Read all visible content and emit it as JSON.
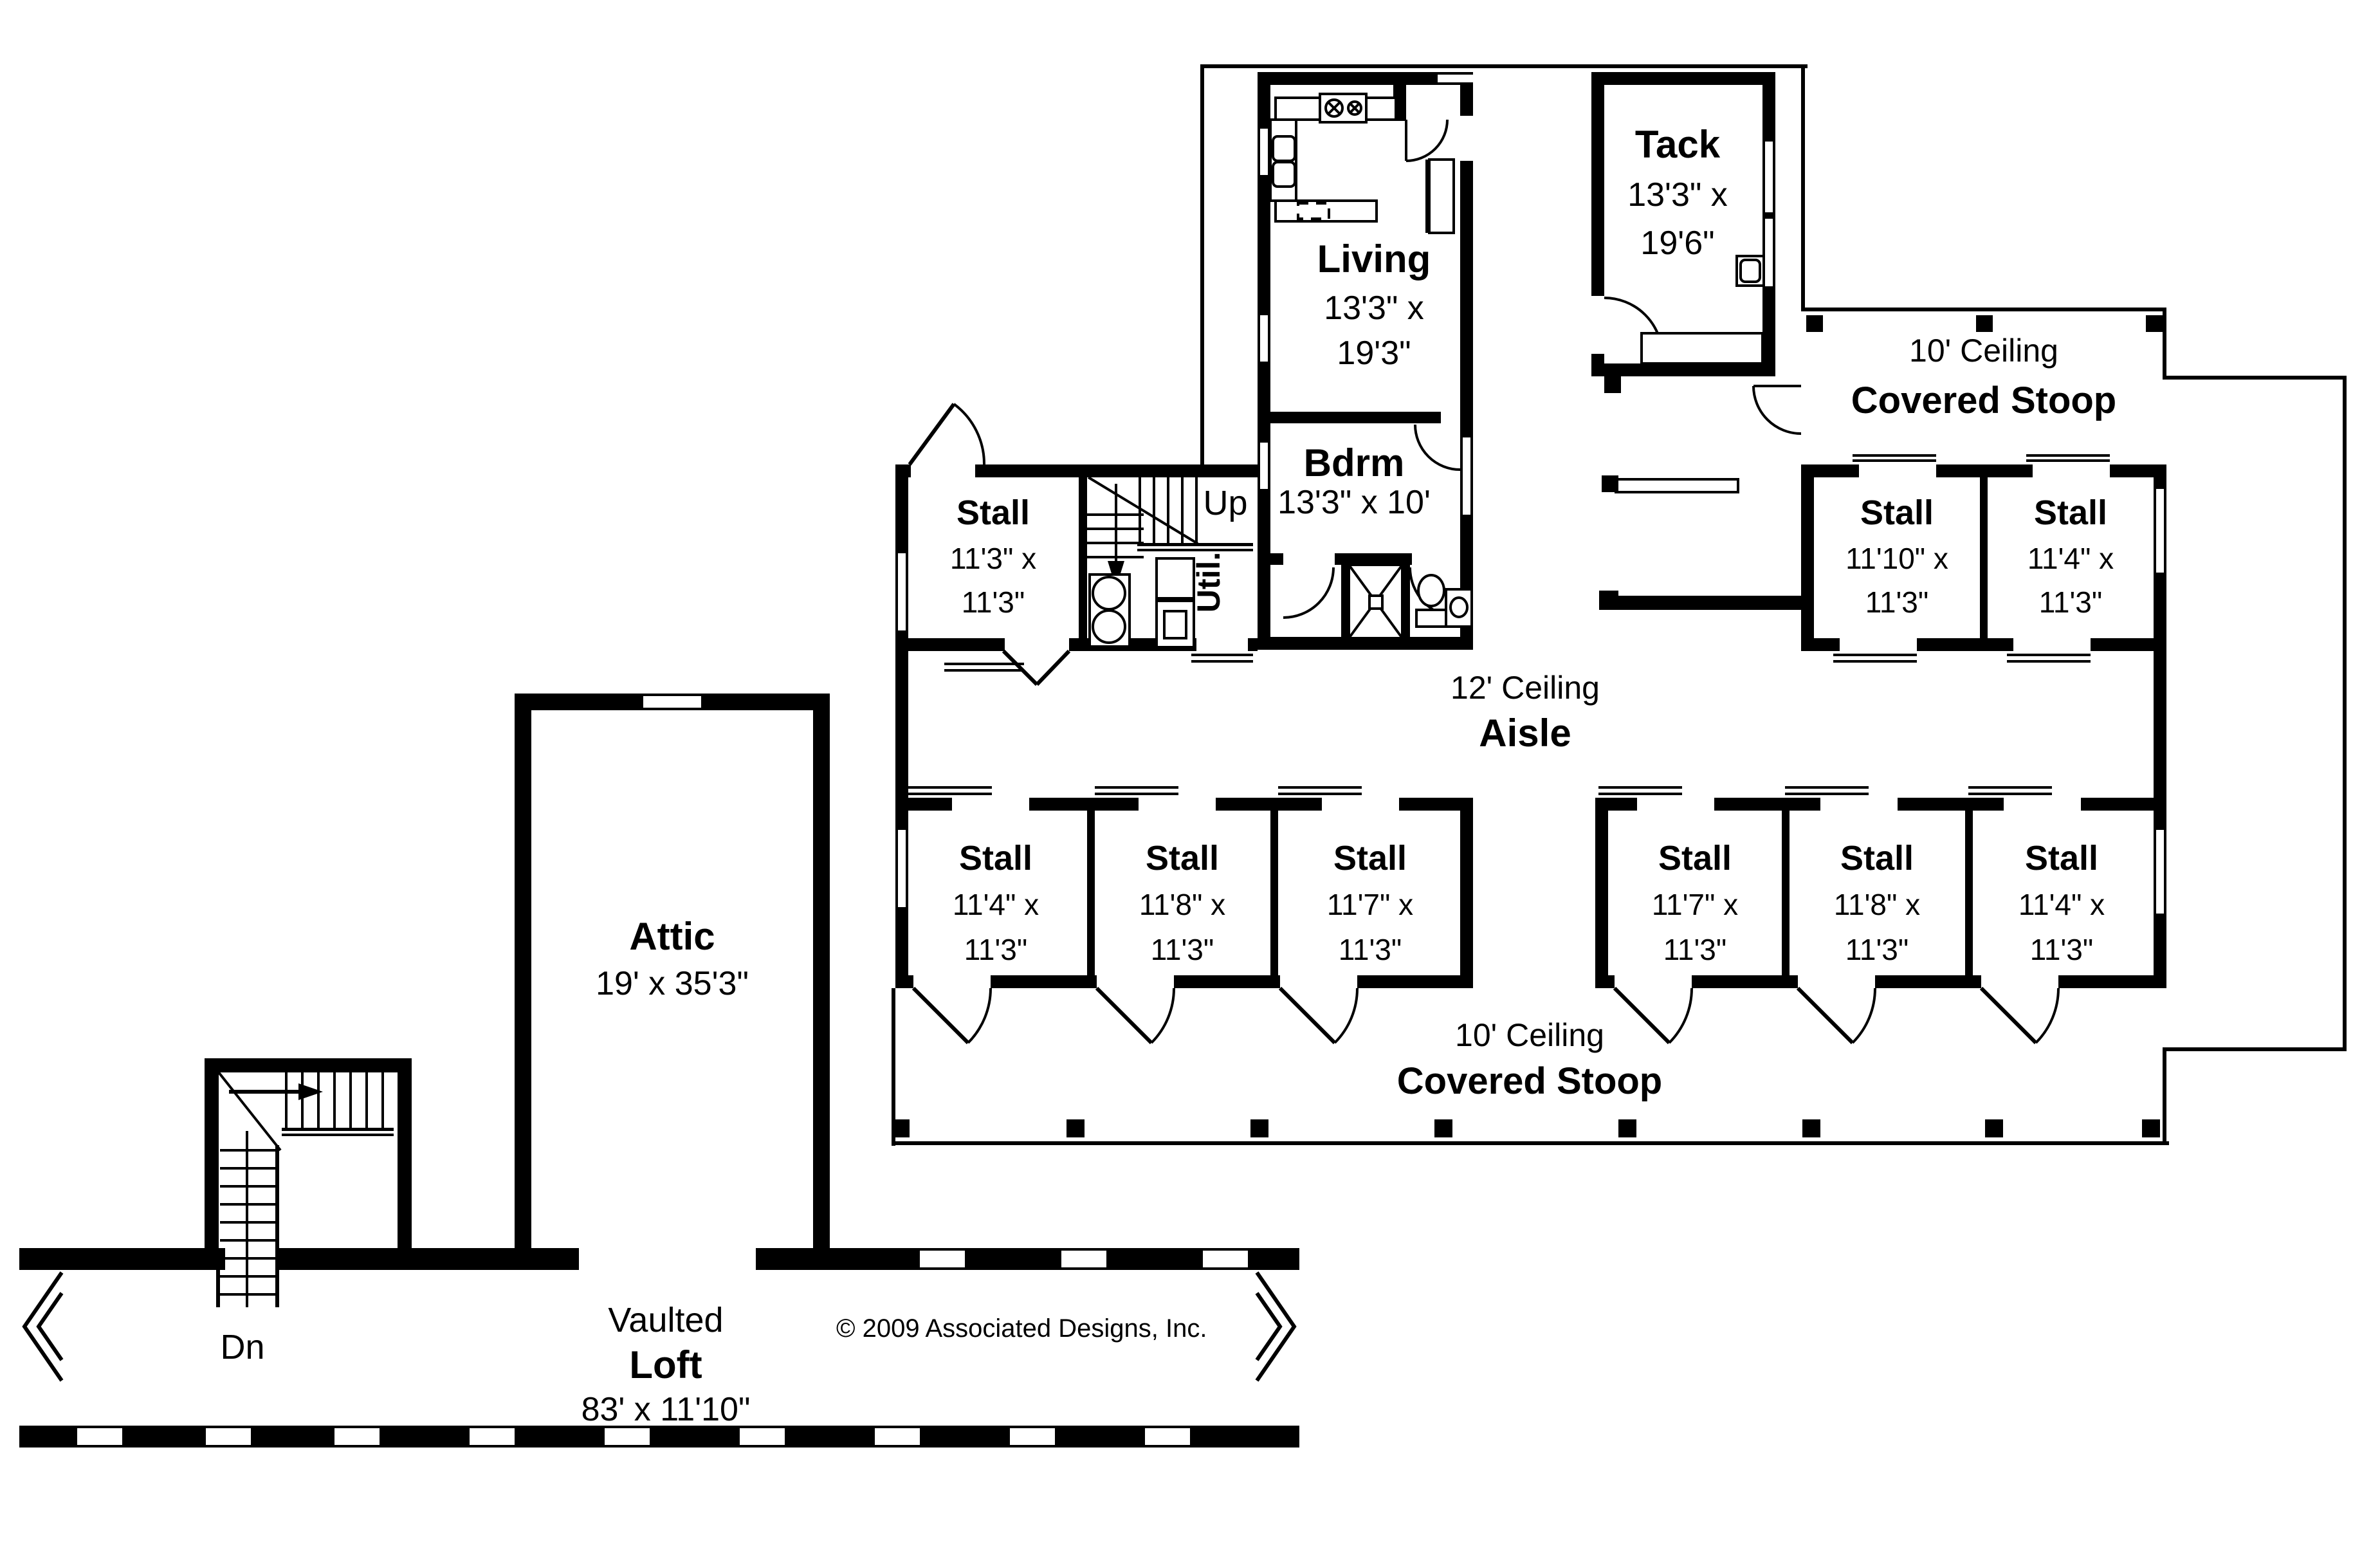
{
  "copyright": "© 2009 Associated Designs, Inc.",
  "labels": {
    "up": "Up",
    "dn": "Dn",
    "util": "Util.",
    "ceiling12": "12' Ceiling",
    "aisle": "Aisle",
    "ceiling10": "10' Ceiling",
    "covered_stoop": "Covered Stoop"
  },
  "rooms": {
    "tack": {
      "name": "Tack",
      "dim1": "13'3\" x",
      "dim2": "19'6\""
    },
    "living": {
      "name": "Living",
      "dim1": "13'3\" x",
      "dim2": "19'3\""
    },
    "bdrm": {
      "name": "Bdrm",
      "dim1": "13'3\" x 10'"
    },
    "attic": {
      "name": "Attic",
      "dim1": "19' x 35'3\""
    },
    "loft": {
      "name1": "Vaulted",
      "name2": "Loft",
      "dim1": "83' x 11'10\""
    },
    "stall_upper_left": {
      "name": "Stall",
      "dim1": "11'3\" x",
      "dim2": "11'3\""
    },
    "stall_upper_right_1": {
      "name": "Stall",
      "dim1": "11'10\" x",
      "dim2": "11'3\""
    },
    "stall_upper_right_2": {
      "name": "Stall",
      "dim1": "11'4\" x",
      "dim2": "11'3\""
    },
    "stalls_bottom": [
      {
        "name": "Stall",
        "dim1": "11'4\" x",
        "dim2": "11'3\""
      },
      {
        "name": "Stall",
        "dim1": "11'8\" x",
        "dim2": "11'3\""
      },
      {
        "name": "Stall",
        "dim1": "11'7\" x",
        "dim2": "11'3\""
      },
      {
        "name": "Stall",
        "dim1": "11'7\" x",
        "dim2": "11'3\""
      },
      {
        "name": "Stall",
        "dim1": "11'8\" x",
        "dim2": "11'3\""
      },
      {
        "name": "Stall",
        "dim1": "11'4\" x",
        "dim2": "11'3\""
      }
    ]
  }
}
